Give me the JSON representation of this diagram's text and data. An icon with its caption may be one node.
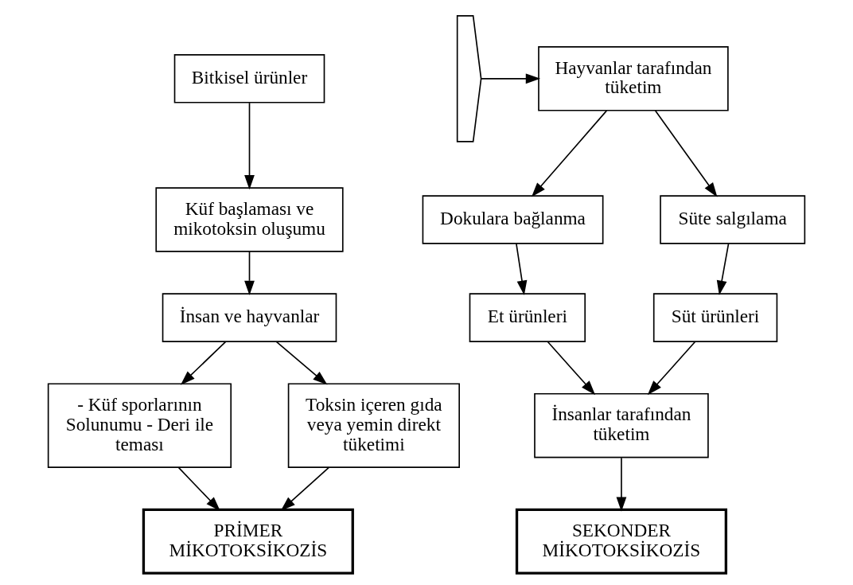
{
  "diagram": {
    "nodes": [
      {
        "text": [
          "Bitkisel ürünler"
        ]
      },
      {
        "text": [
          "Küf başlaması ve mikotoksin oluşumu"
        ]
      },
      {
        "text": [],
        "shape": "brace"
      },
      {
        "text": [
          "İnsan ve hayvanlar"
        ]
      },
      {
        "text": [
          "- Küf sporlarının Solunumu - Deri ile teması"
        ]
      },
      {
        "text": [
          "Toksin içeren gıda veya yemin direkt tüketimi"
        ]
      },
      {
        "text": [
          "PRİMER MİKOTOKSİKOZİS"
        ]
      },
      {
        "text": [
          "Hayvanlar tarafından tüketim"
        ]
      },
      {
        "text": [
          "Dokulara bağlanma"
        ]
      },
      {
        "text": [
          "Süte salgılama"
        ]
      },
      {
        "text": [
          "Et ürünleri"
        ]
      },
      {
        "text": [
          "Süt ürünleri"
        ]
      },
      {
        "text": [
          "İnsanlar tarafından tüketim"
        ]
      },
      {
        "text": [
          "SEKONDER MİKOTOKSİKOZİS"
        ]
      }
    ],
    "edges": [
      {
        "from": 0,
        "to": 1,
        "arrow": "to"
      },
      {
        "from": 1,
        "to": 3,
        "arrow": "to"
      },
      {
        "from": 3,
        "to": 4,
        "arrow": "to"
      },
      {
        "from": 3,
        "to": 5,
        "arrow": "to"
      },
      {
        "from": 4,
        "to": 6,
        "arrow": "to"
      },
      {
        "from": 5,
        "to": 6,
        "arrow": "to"
      },
      {
        "from": 2,
        "to": 7,
        "arrow": "to"
      },
      {
        "from": 7,
        "to": 8,
        "arrow": "to"
      },
      {
        "from": 7,
        "to": 9,
        "arrow": "to"
      },
      {
        "from": 8,
        "to": 10,
        "arrow": "to"
      },
      {
        "from": 9,
        "to": 11,
        "arrow": "to"
      },
      {
        "from": 10,
        "to": 12,
        "arrow": "to"
      },
      {
        "from": 11,
        "to": 12,
        "arrow": "to"
      },
      {
        "from": 12,
        "to": 13,
        "arrow": "to"
      }
    ]
  }
}
